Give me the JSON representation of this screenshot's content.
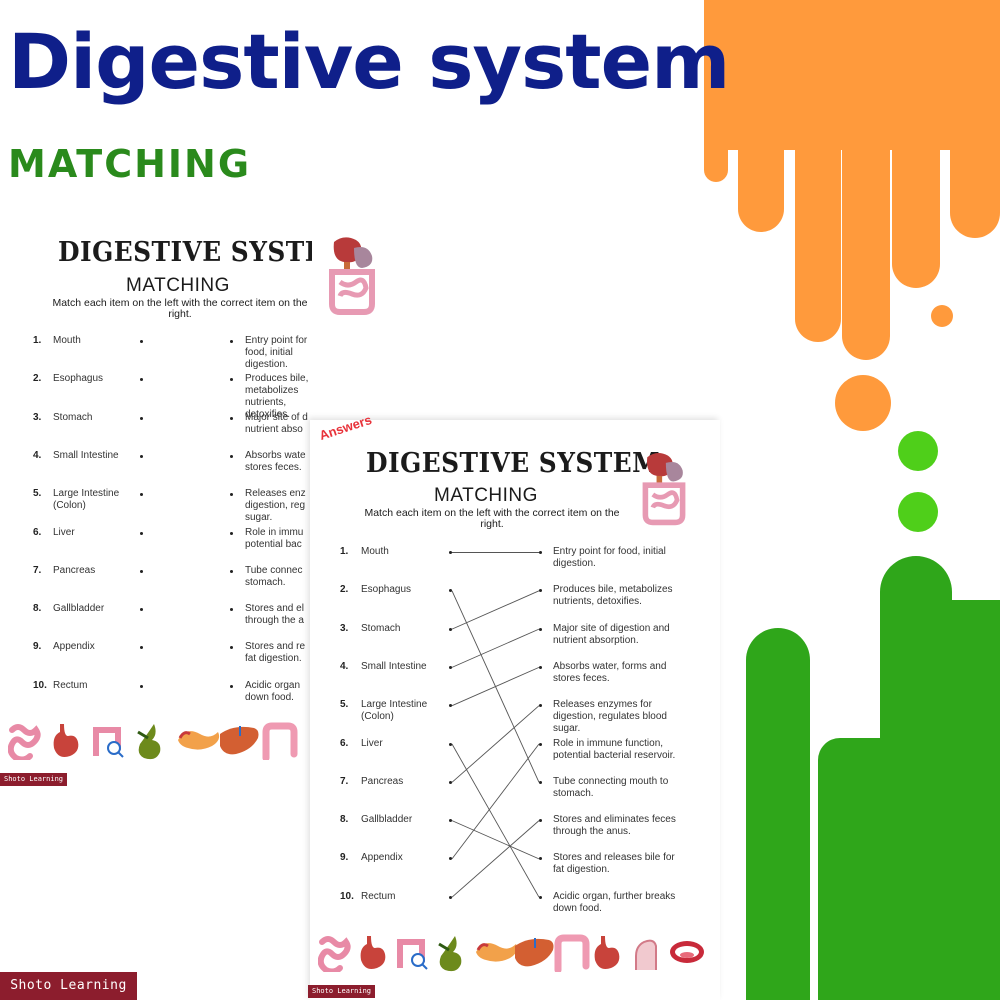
{
  "page": {
    "headline": "Digestive system",
    "subhead": "MATCHING",
    "colors": {
      "headline": "#0f1f8a",
      "subhead": "#2a8a1c",
      "orange": "#ff9a3c",
      "green": "#34b81c",
      "brand": "#8c1d2d",
      "answers": "#e8323a"
    }
  },
  "worksheet": {
    "title": "DIGESTIVE SYSTEM",
    "subtitle": "MATCHING",
    "instructions": "Match each item on the left with the correct item on the right.",
    "left_items": [
      {
        "num": "1.",
        "label": "Mouth"
      },
      {
        "num": "2.",
        "label": "Esophagus"
      },
      {
        "num": "3.",
        "label": "Stomach"
      },
      {
        "num": "4.",
        "label": "Small Intestine"
      },
      {
        "num": "5.",
        "label": "Large Intestine\n(Colon)"
      },
      {
        "num": "6.",
        "label": "Liver"
      },
      {
        "num": "7.",
        "label": "Pancreas"
      },
      {
        "num": "8.",
        "label": "Gallbladder"
      },
      {
        "num": "9.",
        "label": "Appendix"
      },
      {
        "num": "10.",
        "label": "Rectum"
      }
    ],
    "right_items": [
      "Entry point for food, initial\ndigestion.",
      "Produces bile, metabolizes\nnutrients, detoxifies.",
      "Major site of digestion and\nnutrient absorption.",
      "Absorbs water, forms and\nstores feces.",
      "Releases enzymes for\ndigestion, regulates blood\nsugar.",
      "Role in immune function,\npotential bacterial reservoir.",
      "Tube connecting mouth to\nstomach.",
      "Stores and eliminates feces\nthrough the anus.",
      "Stores and releases bile for\nfat digestion.",
      "Acidic organ, further breaks\ndown food."
    ],
    "back_right_visible": [
      "Entry point for food, initial\ndigestion.",
      "Produces bile, metabolizes\nnutrients, detoxifies.",
      "Major site of d\nnutrient abso",
      "Absorbs wate\nstores feces.",
      "Releases enz\ndigestion, reg\nsugar.",
      "Role in immu\npotential bac",
      "Tube connec\nstomach.",
      "Stores and el\nthrough the a",
      "Stores and re\nfat digestion.",
      "Acidic organ\ndown food."
    ],
    "answer_key": [
      1,
      7,
      2,
      3,
      4,
      10,
      5,
      9,
      6,
      8
    ],
    "answers_label": "Answers",
    "icon_names_back": [
      "small-intestine-icon",
      "stomach-icon",
      "large-intestine-magnifier-icon",
      "gallbladder-icon",
      "pancreas-icon",
      "liver-icon",
      "colon-icon"
    ],
    "icon_names_front": [
      "small-intestine-icon",
      "stomach-icon",
      "large-intestine-magnifier-icon",
      "gallbladder-icon",
      "pancreas-icon",
      "liver-icon",
      "colon-icon",
      "stomach-icon",
      "throat-icon",
      "mouth-icon"
    ]
  },
  "brand": {
    "label": "Shoto Learning"
  }
}
